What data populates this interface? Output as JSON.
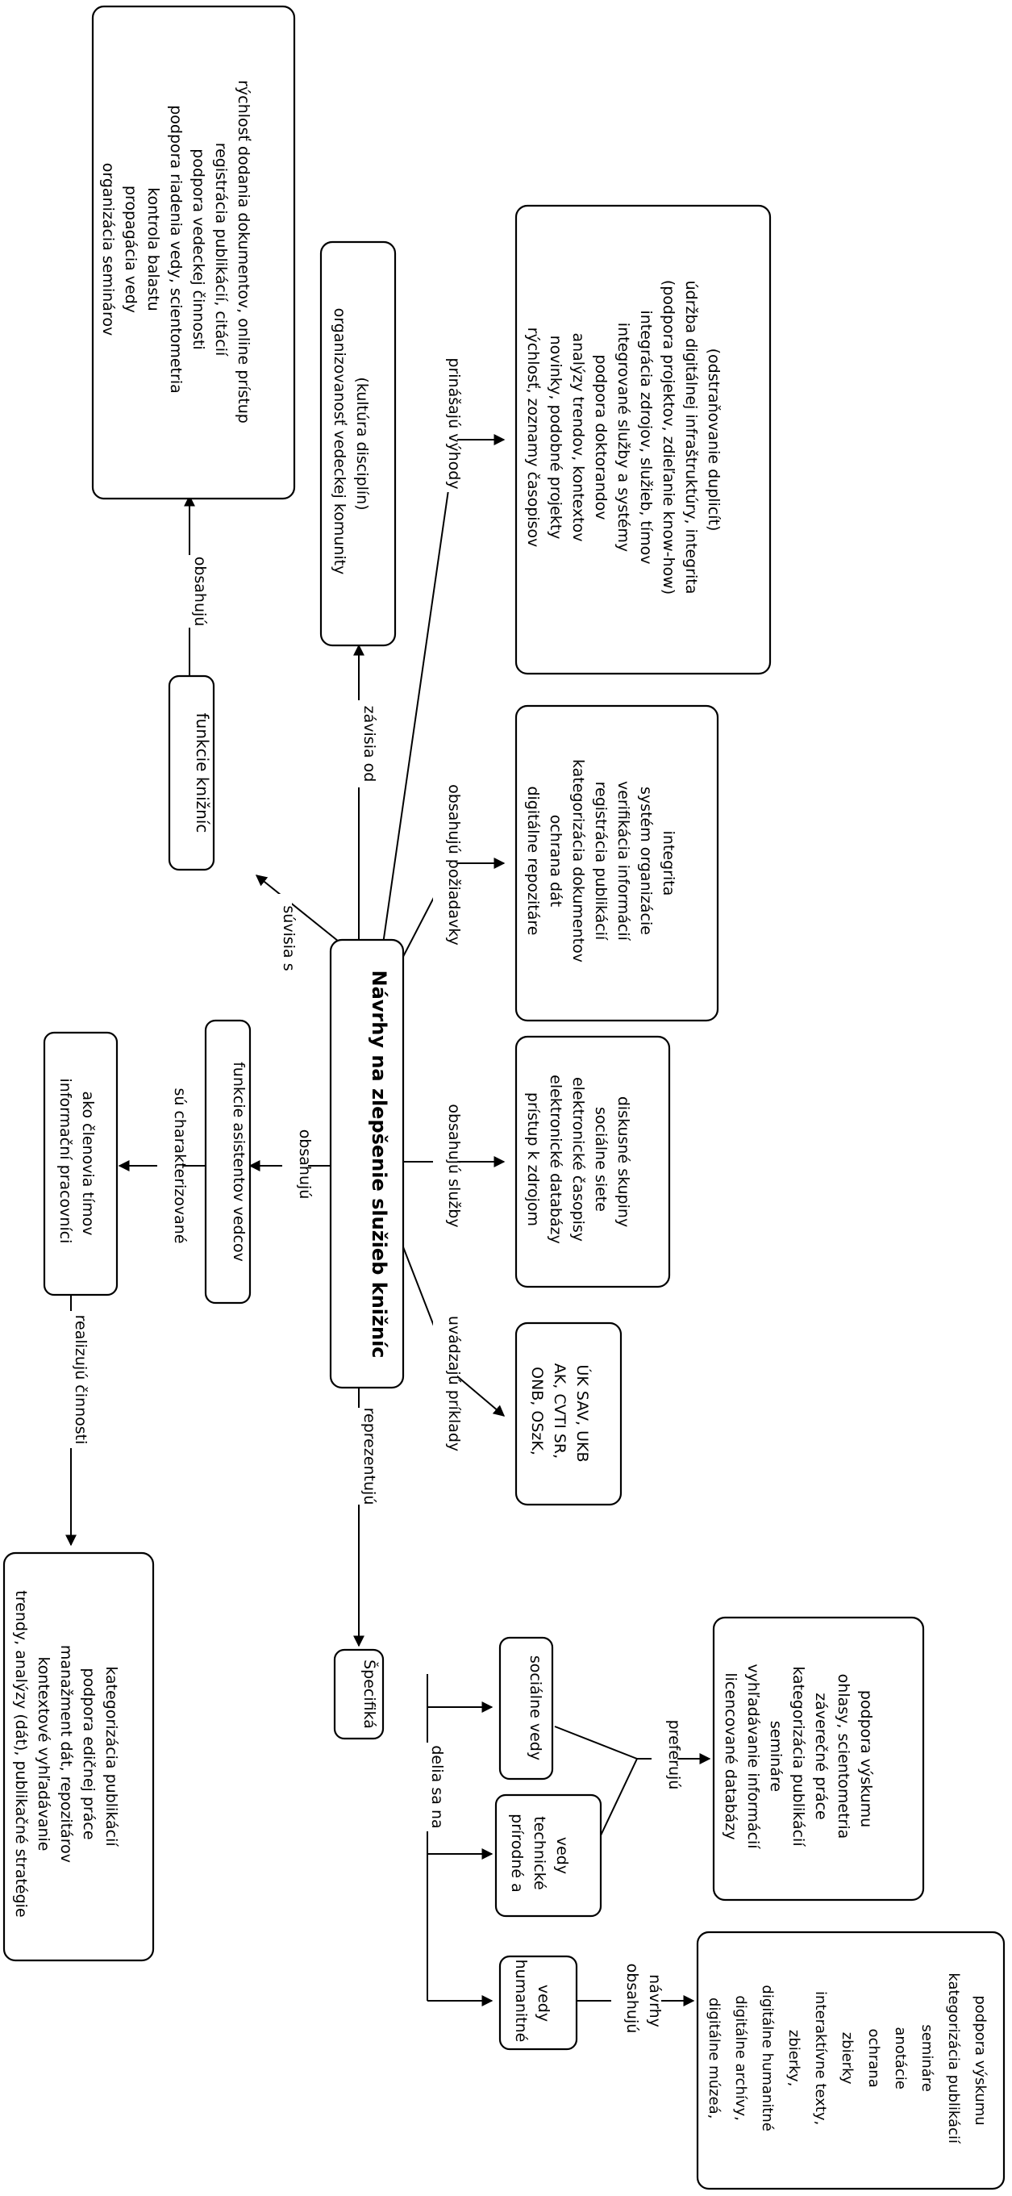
{
  "main_title": "Návrhy na zlepšenie služieb knižníc",
  "nodes": {
    "funkcie_kniznic": "funkcie knižníc",
    "funkcie_kniznic_list": [
      "organizácia seminárov",
      "propagácia vedy",
      "kontrola balastu",
      "podpora riadenia vedy, scientometria",
      "podpora vedeckej činnosti",
      "registrácia publikácií, citácií",
      "rýchlosť dodania dokumentov, online prístup"
    ],
    "organizovanost": [
      "organizovanosť vedeckej komunity",
      "(kultúra disciplín)"
    ],
    "vyhody_list": [
      "rýchlosť, zoznamy časopisov",
      "novinky, podobné projekty",
      "analýzy trendov, kontextov",
      "podpora doktorandov",
      "integrované služby a systémy",
      "integrácia zdrojov, služieb, tímov",
      "(podpora projektov, zdieľanie know-how)",
      "údržba digitálnej infraštruktúry, integrita",
      "(odstraňovanie duplicít)"
    ],
    "poziadavky_list": [
      "digitálne repozitáre",
      "ochrana dát",
      "kategorizácia dokumentov",
      "registrácia publikácií",
      "verifikácia informácií",
      "systém organizácie",
      "integrita"
    ],
    "sluzby_list": [
      "prístup k zdrojom",
      "elektronické databázy",
      "elektronické časopisy",
      "sociálne siete",
      "diskusné skupiny"
    ],
    "priklady_list": [
      "ONB, OSzK,",
      "AK, CVTI SR,",
      "ÚK SAV, UKB"
    ],
    "informacni_pracovnici": [
      "informační pracovníci",
      "ako členovia tímov"
    ],
    "funkcie_asistentov": "funkcie asistentov vedcov",
    "cinnosti_list": [
      "trendy, analýzy (dát), publikačné stratégie",
      "kontextové vyhľadávanie",
      "manažment dát, repozitárov",
      "podpora edičnej práce",
      "kategorizácia publikácií"
    ],
    "specifika": "Špecifiká",
    "socialne_vedy": "sociálne vedy",
    "prirodne_vedy": [
      "prírodné a",
      "technické",
      "vedy"
    ],
    "humanitne_vedy": [
      "humanitné",
      "vedy"
    ],
    "preferuju_list": [
      "licencované databázy",
      "vyhľadávanie informácií",
      "semináre",
      "kategorizácia publikácií",
      "záverečné práce",
      "ohlasy, scientometria",
      "podpora výskumu"
    ],
    "humanitne_list": [
      "digitálne múzeá,",
      "digitálne archívy,",
      "digitálne humanitné",
      "zbierky,",
      "interaktívne texty,",
      "zbierky",
      "ochrana",
      "anotácie",
      "semináre",
      "kategorizácia publikácií",
      "podpora výskumu"
    ]
  },
  "labels": {
    "suvisia_s": "súvisia s",
    "obsahuju": "obsahujú",
    "zavisia_od": "závisia od",
    "prinasaju_vyhody": "prinášajú výhody",
    "obsahuju_poziadavky": "obsahujú požiadavky",
    "obsahuju_sluzby": "obsahujú služby",
    "uvadzaju_priklady": "uvádzajú príklady",
    "obsahuju_left": "obsahujú",
    "su_charakterizovane": "sú charakterizované",
    "realizuju_cinnosti": "realizujú činnosti",
    "reprezentuju": "reprezentujú",
    "delia_sa_na": "delia sa na",
    "preferuju": "preferujú",
    "obsahuju_navrhy": [
      "obsahujú",
      "návrhy"
    ]
  }
}
